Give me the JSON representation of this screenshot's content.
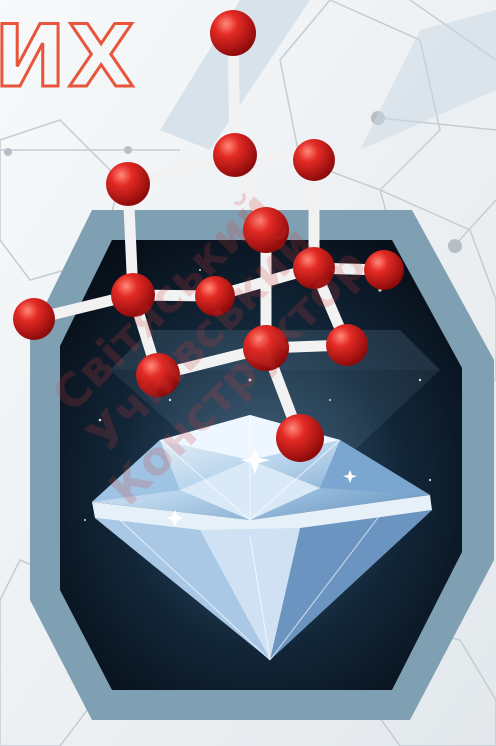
{
  "title_fragment": "ИХ",
  "watermark": {
    "line1": "Світяський",
    "line2": "Учнівський",
    "line3": "Конструктор"
  },
  "colors": {
    "atom_red": "#d21c1c",
    "bond_white": "#f2f2f2",
    "hexagon_frame": "#7f9fb2",
    "space_background": "#0d1d2b",
    "title_outline": "#e8553b"
  },
  "icons": [
    "molecule-structure-icon",
    "diamond-gem-icon",
    "hexagon-frame-icon"
  ]
}
